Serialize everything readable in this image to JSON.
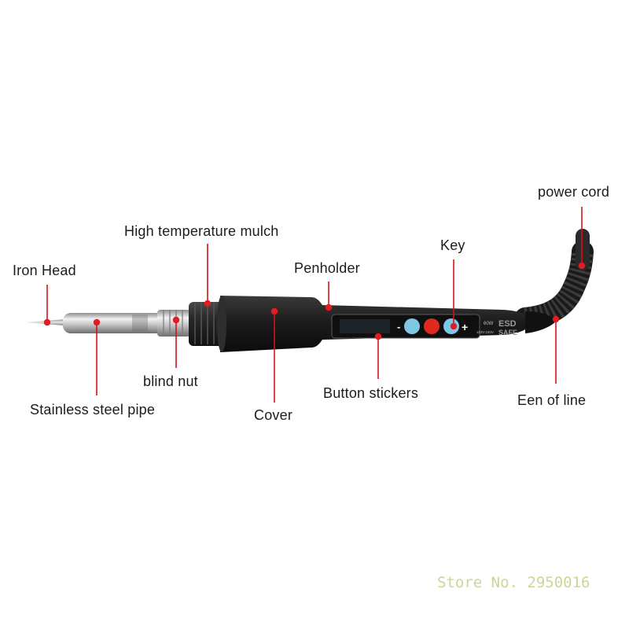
{
  "labels": {
    "power_cord": "power cord",
    "high_temp_mulch": "High temperature mulch",
    "key": "Key",
    "iron_head": "Iron Head",
    "penholder": "Penholder",
    "blind_nut": "blind nut",
    "button_stickers": "Button stickers",
    "een_of_line": "Een of line",
    "stainless_pipe": "Stainless steel pipe",
    "cover": "Cover"
  },
  "device": {
    "minus_glyph": "-",
    "plus_glyph": "+",
    "power_rating": "60W",
    "voltage": "110V-240V",
    "esd_line1": "ESD",
    "esd_line2": "SAFE"
  },
  "watermark": "Store No. 2950016",
  "colors": {
    "leader": "#d4121c",
    "button_blue": "#7ec8e6",
    "button_red": "#e02a1f",
    "handle_black": "#232323",
    "label_text": "#1c1c1c",
    "watermark": "#c8d79a"
  },
  "icons": {
    "minus_button": "minus-button-icon",
    "power_button": "power-button-icon",
    "plus_button": "plus-button-icon"
  }
}
